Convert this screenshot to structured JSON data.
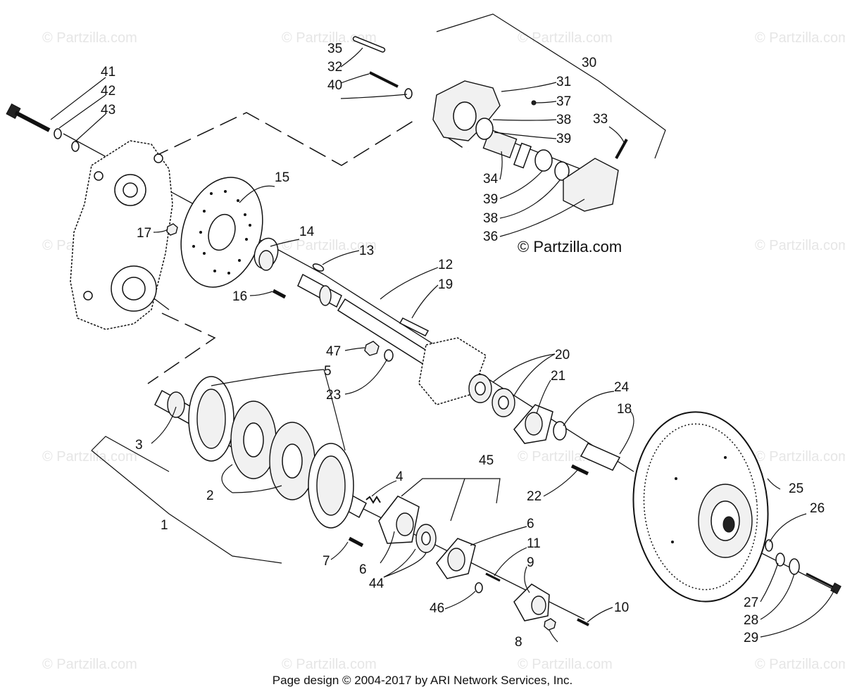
{
  "watermark": "© Partzilla.com",
  "brand_label": "© Partzilla.com",
  "footer_text": "Page design © 2004-2017 by ARI Network Services, Inc.",
  "callouts": {
    "c1": "1",
    "c2": "2",
    "c3": "3",
    "c4": "4",
    "c5": "5",
    "c6a": "6",
    "c6b": "6",
    "c7": "7",
    "c8": "8",
    "c9": "9",
    "c10": "10",
    "c11": "11",
    "c12": "12",
    "c13": "13",
    "c14": "14",
    "c15": "15",
    "c16": "16",
    "c17": "17",
    "c18": "18",
    "c19": "19",
    "c20": "20",
    "c21": "21",
    "c22": "22",
    "c23": "23",
    "c24": "24",
    "c25": "25",
    "c26": "26",
    "c27": "27",
    "c28": "28",
    "c29": "29",
    "c30": "30",
    "c31": "31",
    "c32": "32",
    "c33": "33",
    "c34": "34",
    "c35": "35",
    "c36": "36",
    "c37": "37",
    "c38a": "38",
    "c38b": "38",
    "c39a": "39",
    "c39b": "39",
    "c40": "40",
    "c41": "41",
    "c42": "42",
    "c43": "43",
    "c44": "44",
    "c45": "45",
    "c46": "46",
    "c47": "47"
  }
}
